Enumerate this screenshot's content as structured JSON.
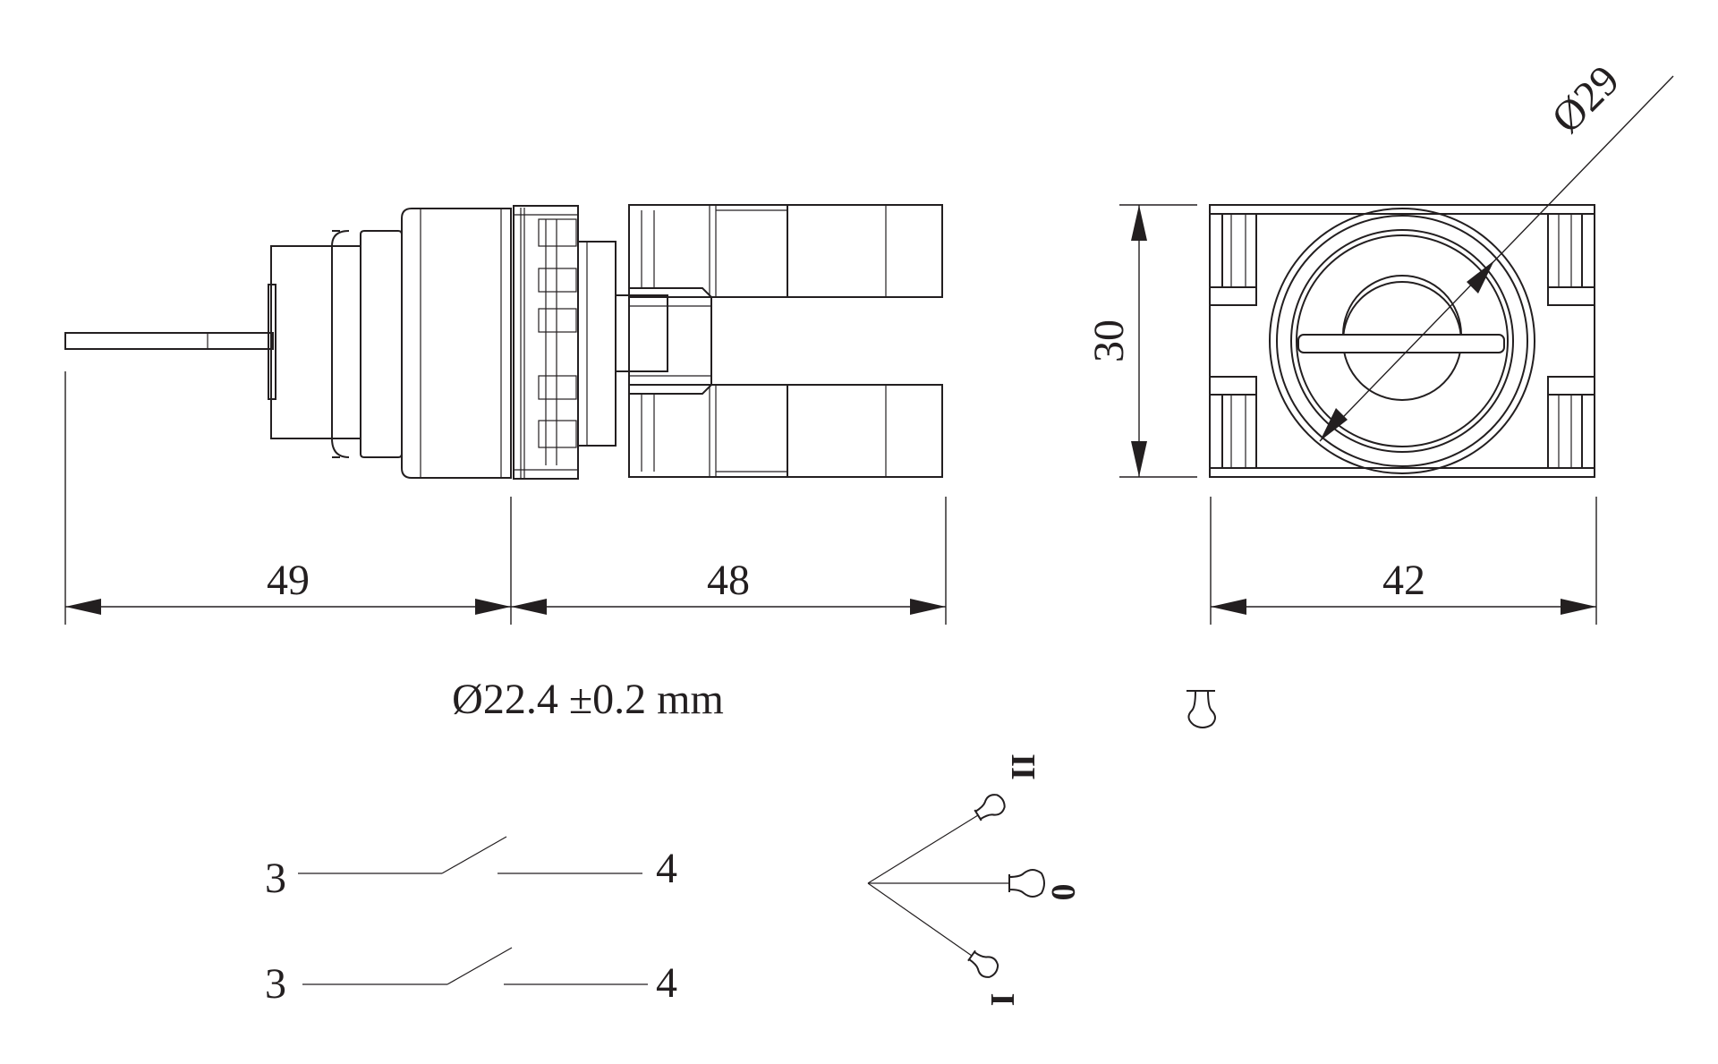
{
  "dimensions": {
    "front_length": "49",
    "body_length": "48",
    "height": "30",
    "width": "42",
    "diameter": "Ø29"
  },
  "mounting_hole": "Ø22.4 ±0.2 mm",
  "contacts": {
    "row1_left": "3",
    "row1_right": "4",
    "row2_left": "3",
    "row2_right": "4"
  },
  "positions": {
    "pos_top": "II",
    "pos_mid": "0",
    "pos_bot": "I"
  },
  "colors": {
    "line": "#231f20",
    "background": "#ffffff"
  },
  "icons": [
    "key-symbol-icon",
    "key-position-icon"
  ]
}
